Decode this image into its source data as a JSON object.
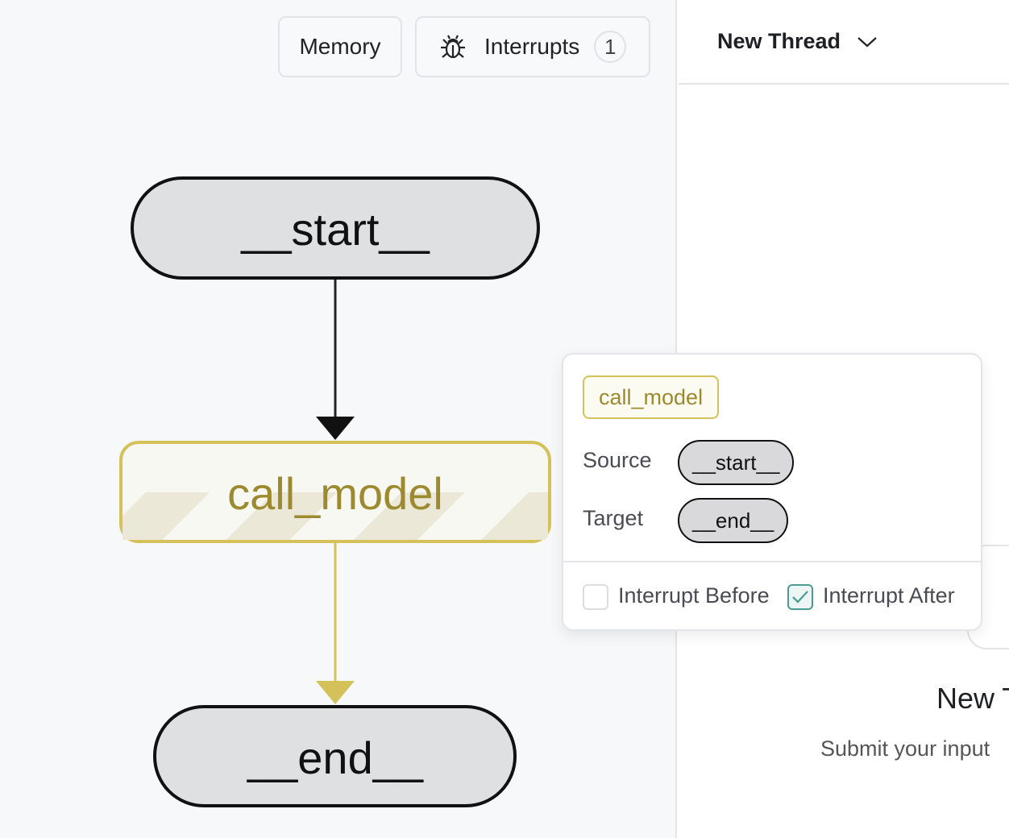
{
  "toolbar": {
    "memory_label": "Memory",
    "interrupts_label": "Interrupts",
    "interrupts_count": "1",
    "interrupts_icon": "bug-icon"
  },
  "graph": {
    "nodes": [
      {
        "id": "start",
        "label": "__start__"
      },
      {
        "id": "call_model",
        "label": "call_model",
        "state": "selected"
      },
      {
        "id": "end",
        "label": "__end__"
      }
    ],
    "edges": [
      {
        "from": "__start__",
        "to": "call_model"
      },
      {
        "from": "call_model",
        "to": "__end__"
      }
    ],
    "colors": {
      "selected": "#d4c15a",
      "selected_text": "#9d8a2f",
      "node_fill": "#dfe0e2"
    }
  },
  "popover": {
    "node": "call_model",
    "source_label": "Source",
    "source": "__start__",
    "target_label": "Target",
    "target": "__end__",
    "interrupt_before_label": "Interrupt Before",
    "interrupt_before": false,
    "interrupt_after_label": "Interrupt After",
    "interrupt_after": true
  },
  "thread": {
    "title": "New Thread",
    "empty_title": "New T",
    "empty_subtitle": "Submit your input"
  }
}
